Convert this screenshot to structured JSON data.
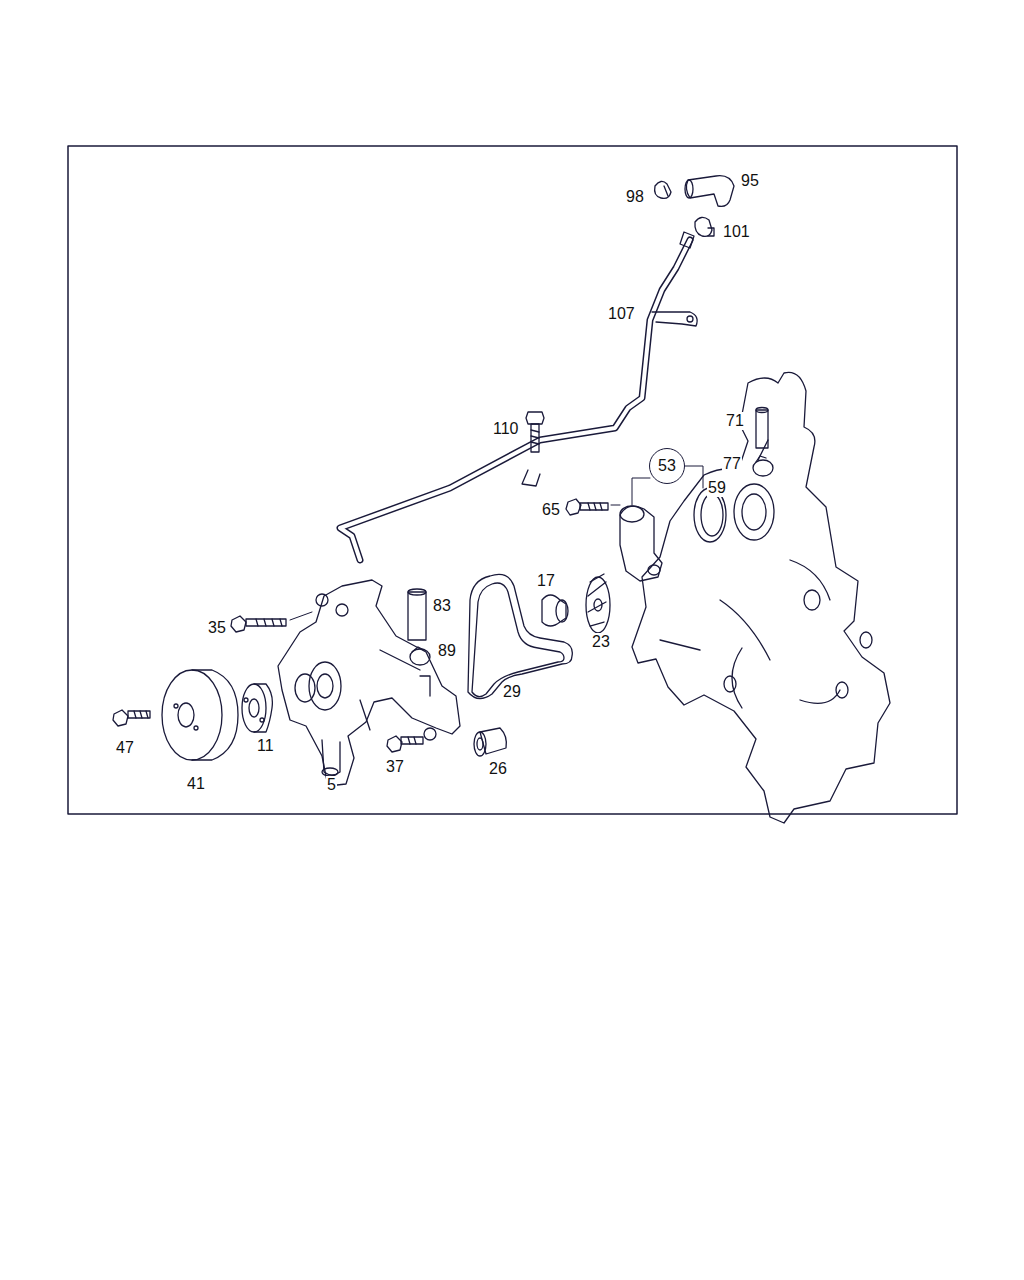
{
  "diagram": {
    "nodes": [
      {
        "text": [
          "53"
        ]
      }
    ],
    "labels": [
      "98",
      "95",
      "101",
      "107",
      "110",
      "71",
      "77",
      "59",
      "65",
      "17",
      "83",
      "35",
      "23",
      "89",
      "29",
      "47",
      "11",
      "37",
      "26",
      "41",
      "5"
    ]
  }
}
